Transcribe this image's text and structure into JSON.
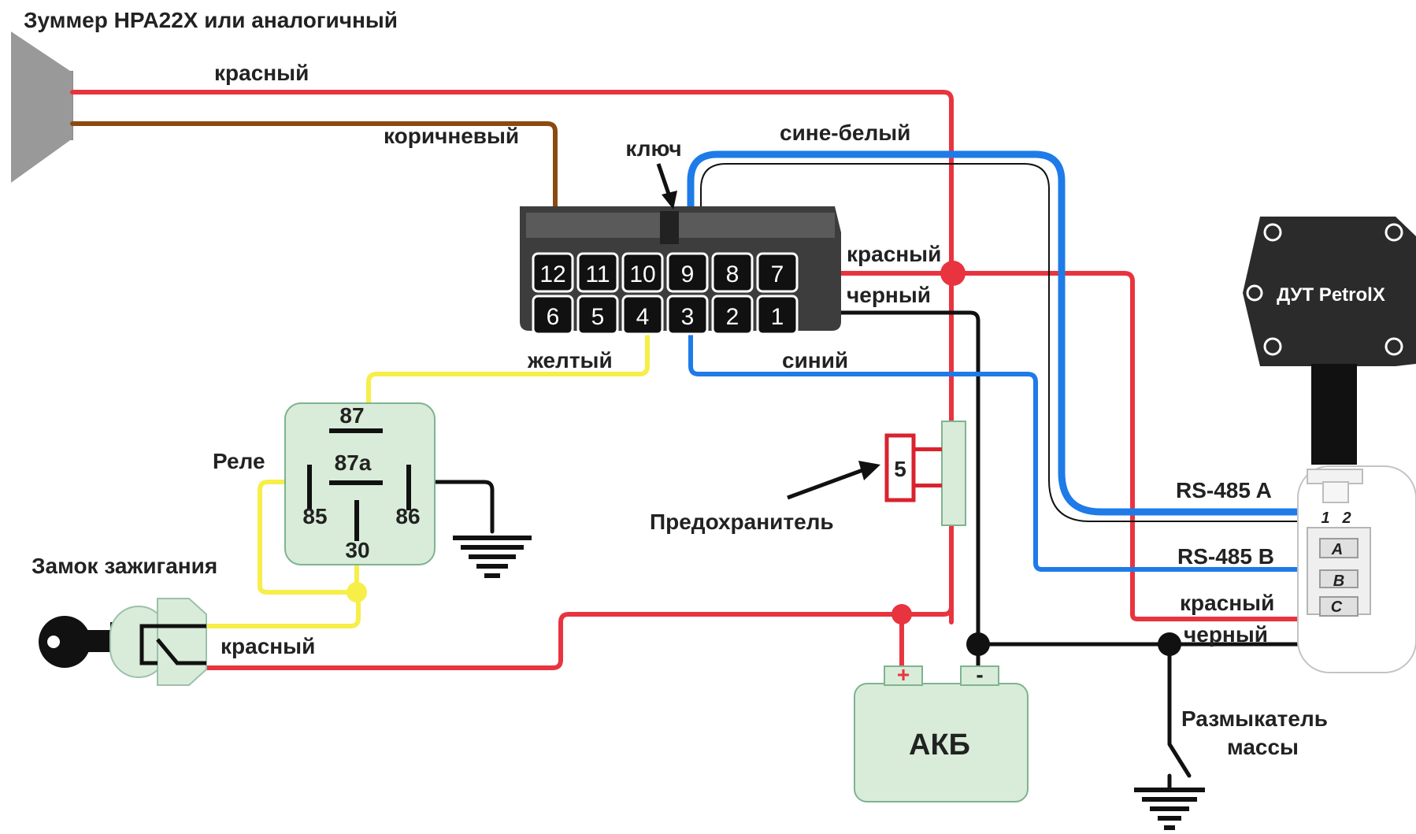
{
  "title": "Зуммер HPA22X или аналогичный",
  "colors": {
    "red": "#e8343f",
    "brown": "#8b4a12",
    "yellow": "#f7ee4a",
    "blue": "#1e7be8",
    "black": "#111111",
    "component_fill": "#d8ecd9",
    "component_stroke": "#7fb38f"
  },
  "wire_labels": {
    "buzzer_red": "красный",
    "buzzer_brown": "коричневый",
    "blue_white": "сине-белый",
    "pin7_red": "красный",
    "pin1_black": "черный",
    "pin4_yellow": "желтый",
    "pin3_blue": "синий",
    "ignition_red": "красный"
  },
  "connector": {
    "key_label": "ключ",
    "top_pins": [
      "12",
      "11",
      "10",
      "9",
      "8",
      "7"
    ],
    "bottom_pins": [
      "6",
      "5",
      "4",
      "3",
      "2",
      "1"
    ]
  },
  "relay": {
    "label": "Реле",
    "pin_87": "87",
    "pin_87a": "87a",
    "pin_85": "85",
    "pin_86": "86",
    "pin_30": "30"
  },
  "ignition": {
    "label": "Замок зажигания"
  },
  "fuse": {
    "label": "Предохранитель",
    "value": "5"
  },
  "battery": {
    "label": "АКБ",
    "plus": "+",
    "minus": "-"
  },
  "sensor": {
    "label": "ДУТ PetrolX",
    "pin_labels": [
      "1",
      "2"
    ],
    "contacts": [
      "A",
      "B",
      "C"
    ],
    "rs485a": "RS-485 A",
    "rs485b": "RS-485 B",
    "red": "красный",
    "black": "черный"
  },
  "ground_switch": {
    "line1": "Размыкатель",
    "line2": "массы"
  }
}
